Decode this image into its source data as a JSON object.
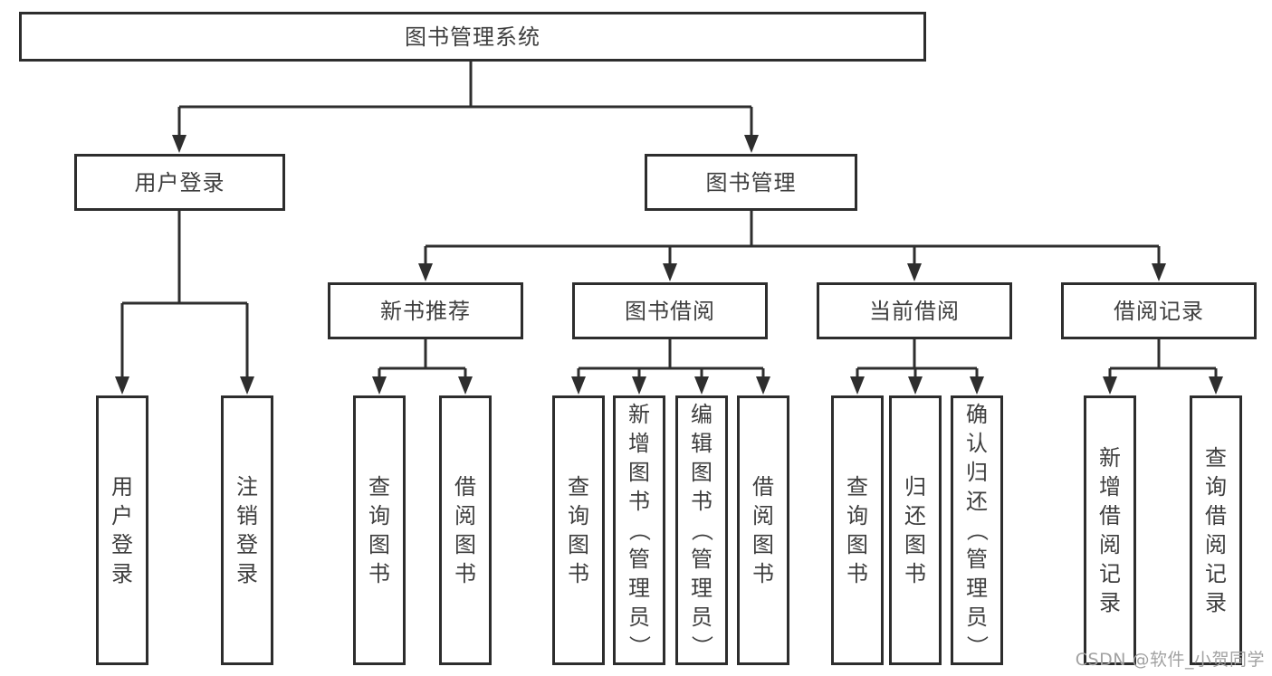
{
  "tree": {
    "root": "图书管理系统",
    "branches": [
      {
        "label": "用户登录",
        "children": [
          "用户登录",
          "注销登录"
        ]
      },
      {
        "label": "图书管理",
        "sections": [
          {
            "label": "新书推荐",
            "children": [
              "查询图书",
              "借阅图书"
            ]
          },
          {
            "label": "图书借阅",
            "children": [
              "查询图书",
              "新增图书（管理员）",
              "编辑图书（管理员）",
              "借阅图书"
            ]
          },
          {
            "label": "当前借阅",
            "children": [
              "查询图书",
              "归还图书",
              "确认归还（管理员）"
            ]
          },
          {
            "label": "借阅记录",
            "children": [
              "新增借阅记录",
              "查询借阅记录"
            ]
          }
        ]
      }
    ]
  },
  "watermark": "CSDN @软件_小贺同学",
  "colors": {
    "line": "#2e2e2e",
    "box_border": "#2d2d2d",
    "text": "#3e3e3e",
    "watermark": "#a2a2a2"
  }
}
